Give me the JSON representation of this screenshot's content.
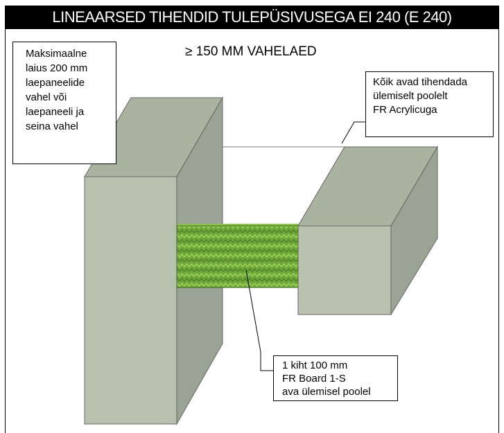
{
  "title": "LINEAARSED TIHENDID TULEPÜSIVUSEGA EI 240 (E 240)",
  "subtitle": "≥ 150 MM VAHELAED",
  "notes": {
    "left": [
      "Maksimaalne",
      "laius 200 mm",
      "laepaneelide",
      "vahel või",
      "laepaneeli ja",
      "seina vahel"
    ],
    "right": [
      "Kõik avad tihendada",
      "ülemiselt poolelt",
      "FR Acrylicuga"
    ],
    "bottom": [
      "1 kiht 100 mm",
      "FR Board 1-S",
      "ava ülemisel poolel"
    ]
  },
  "colors": {
    "panel_front": "#b8c0ae",
    "panel_side": "#9aa394",
    "panel_top": "#aab39f",
    "board_green": "#6fa83a",
    "title_bg": "#000000",
    "title_text": "#ffffff"
  }
}
